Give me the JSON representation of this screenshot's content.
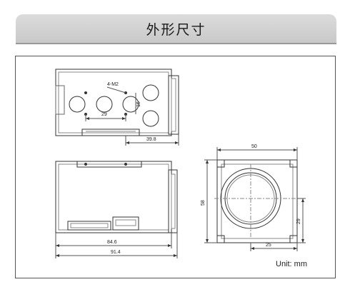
{
  "header": {
    "title": "外形尺寸"
  },
  "unit_label": "Unit: mm",
  "dimensions": {
    "holes": "4-M2",
    "hole_pitch_v": "16",
    "hole_pitch_h": "29",
    "front_depth": "39.8",
    "side_length_inner": "84.6",
    "side_length_total": "91.4",
    "lens_width": "50",
    "lens_height": "58",
    "lens_center_v": "29",
    "lens_center_h": "25"
  }
}
